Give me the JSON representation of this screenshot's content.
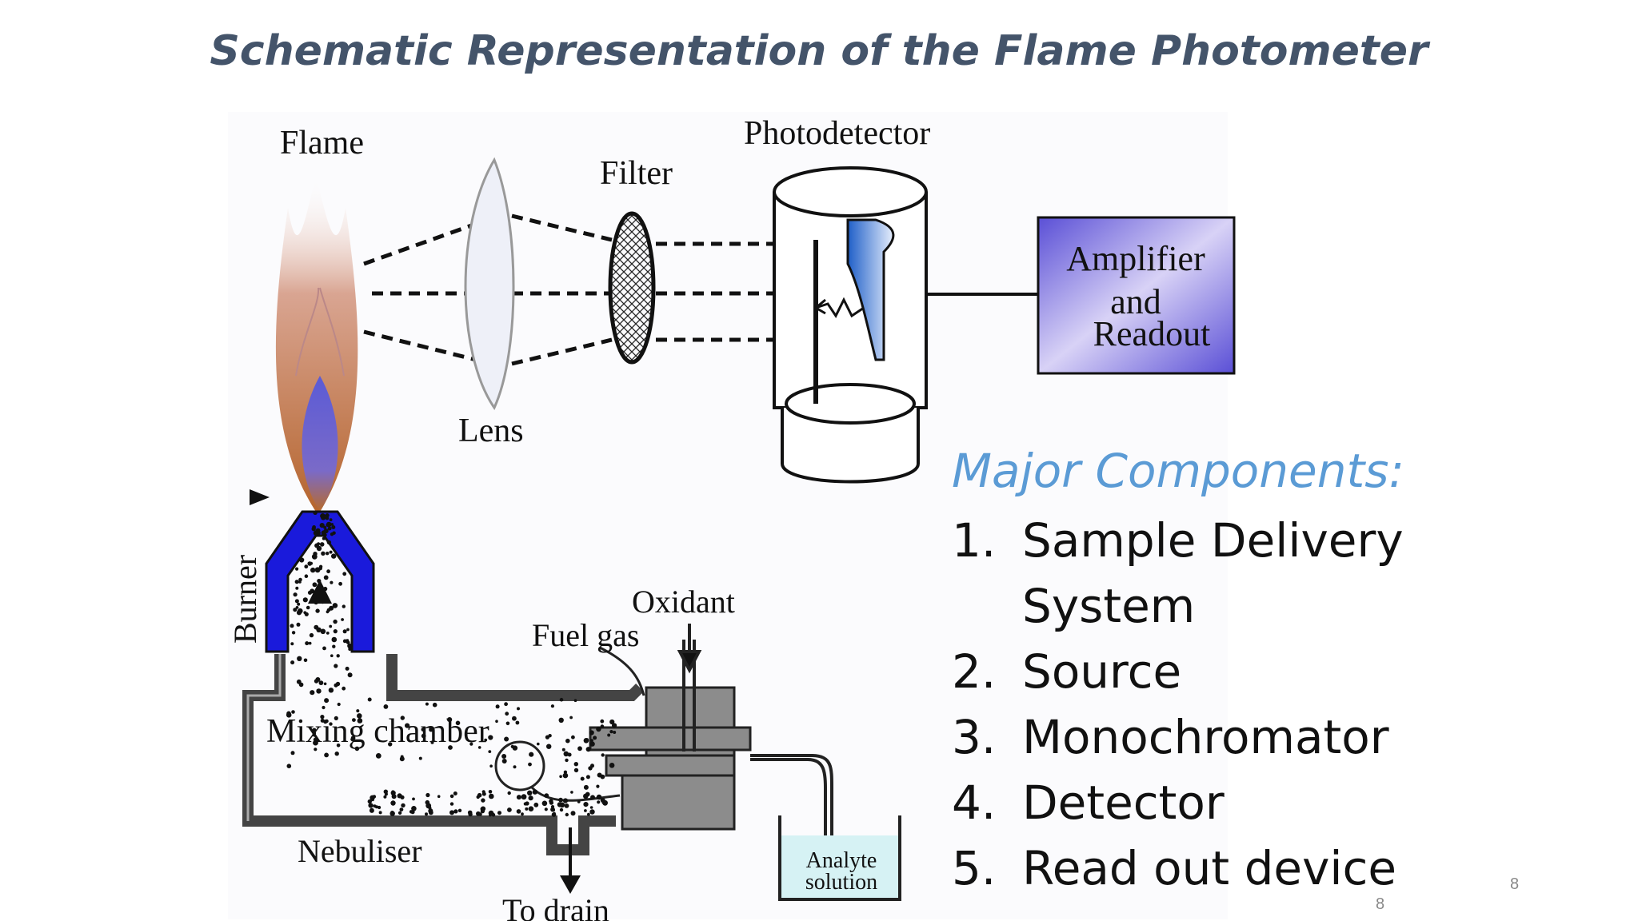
{
  "slide": {
    "title": "Schematic Representation of the Flame Photometer",
    "page_number": "8",
    "page_number_inner": "8"
  },
  "diagram": {
    "labels": {
      "flame": "Flame",
      "lens": "Lens",
      "filter": "Filter",
      "photodetector": "Photodetector",
      "amplifier_line1": "Amplifier",
      "amplifier_line2": "and",
      "amplifier_line3": "Readout",
      "burner": "Burner",
      "oxidant": "Oxidant",
      "fuel_gas": "Fuel gas",
      "mixing_chamber": "Mixing chamber",
      "nebuliser": "Nebuliser",
      "to_drain": "To drain",
      "analyte_line1": "Analyte",
      "analyte_line2": "solution"
    },
    "colors": {
      "burner_blue": "#1a1adb",
      "amplifier_fill": "#7b6fe0",
      "mixing_label": "#8b1a1a",
      "analyte_label": "#5fb8c8",
      "flame_outer": "#c98a74",
      "flame_inner": "#6a6ad0"
    }
  },
  "components": {
    "heading": "Major Components:",
    "items": [
      {
        "num": "1.",
        "text": "Sample Delivery System"
      },
      {
        "num": "2.",
        "text": "Source"
      },
      {
        "num": "3.",
        "text": "Monochromator"
      },
      {
        "num": "4.",
        "text": "Detector"
      },
      {
        "num": "5.",
        "text": "Read out device"
      }
    ]
  }
}
